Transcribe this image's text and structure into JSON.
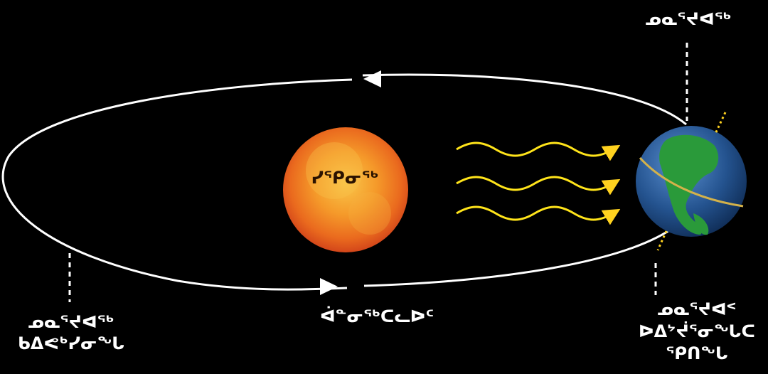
{
  "diagram": {
    "sun_label": "ᓯᕿᓂᖅ",
    "top_right_label": "ᓄᓇᕐᔪᐊᖅ",
    "bottom_center_label": "ᐋᓐᓂᖅᑕᓚᐅᑦ",
    "bottom_left_label_line1": "ᓄᓇᕐᔪᐊᖅ",
    "bottom_left_label_line2": "ᑲᐃᕙᒃᓯᓂᖓ",
    "bottom_right_label_line1": "ᓄᓇᕐᔪᐊᑉ",
    "bottom_right_label_line2": "ᐅᐃᔾᔫᕐᓂᖓᑕ",
    "bottom_right_label_line3": "ᕿᑎᖓ",
    "colors": {
      "background": "#000000",
      "orbit": "#ffffff",
      "sun_core": "#f7b733",
      "sun_edge": "#e0441a",
      "heat_waves": "#ffe41a",
      "ocean": "#1e4f8f",
      "land": "#2a9a3a",
      "axis": "#ffd21f"
    },
    "icons": [
      "sun-icon",
      "earth-icon",
      "heat-wave-icon",
      "orbit-arrow-icon"
    ]
  }
}
